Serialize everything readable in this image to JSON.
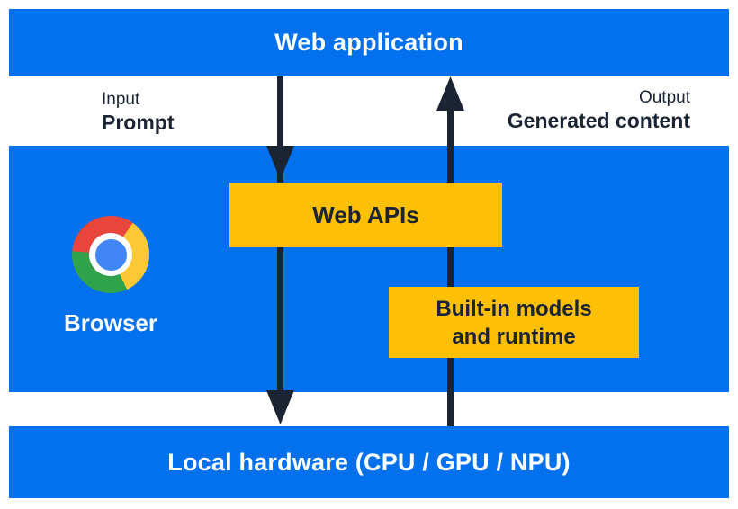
{
  "top_bar": {
    "label": "Web application"
  },
  "io_labels": {
    "input": {
      "caption": "Input",
      "value": "Prompt"
    },
    "output": {
      "caption": "Output",
      "value": "Generated content"
    }
  },
  "browser_panel": {
    "logo_icon": "chrome-icon",
    "label": "Browser",
    "web_apis": {
      "label": "Web APIs"
    },
    "builtin_models": {
      "lines": [
        "Built-in models",
        "and runtime"
      ]
    }
  },
  "bottom_bar": {
    "label": "Local hardware (CPU / GPU / NPU)"
  },
  "arrows": {
    "down_arrow": "web-application-to-web-apis-to-hardware",
    "up_arrow": "hardware-to-web-application"
  },
  "colors": {
    "blue": "#0371EE",
    "yellow": "#FEC004",
    "dark_navy": "#1A2433",
    "chrome_red": "#E8453C",
    "chrome_yellow": "#FCC934",
    "chrome_green": "#30A24C",
    "chrome_blue": "#4285F4"
  }
}
